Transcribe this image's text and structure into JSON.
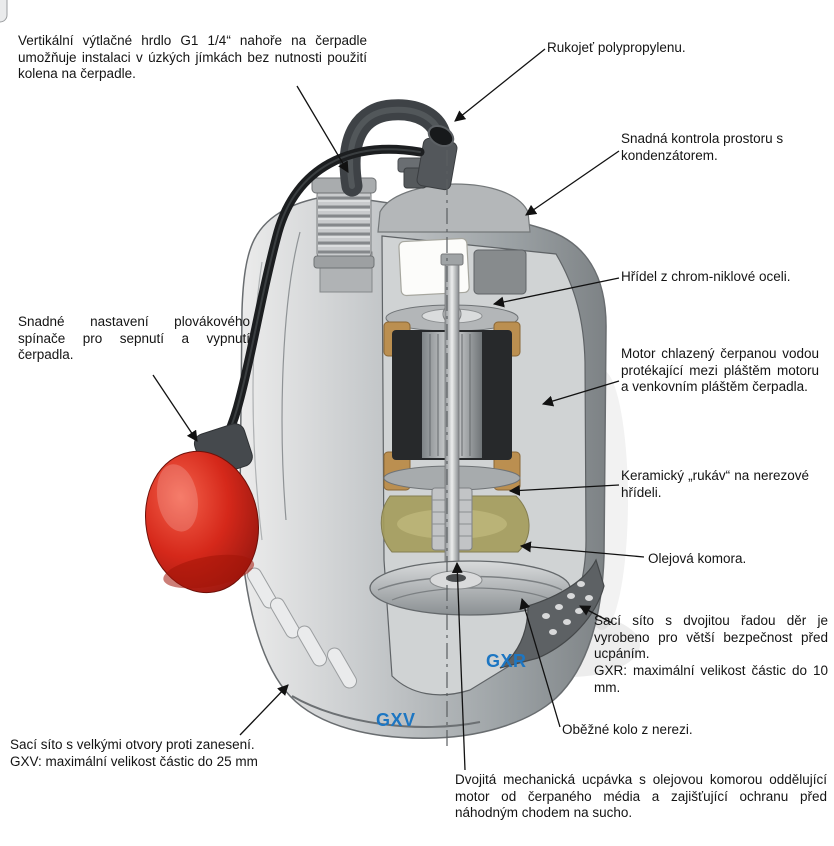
{
  "callouts": {
    "discharge": "Vertikální výtlačné hrdlo G1 1/4“ nahoře na čerpadle umožňuje instalaci v úzkých jímkách bez nutnosti použití kolena na čerpadle.",
    "handle": "Rukojeť polypropylenu.",
    "capacitor": "Snadná kontrola prostoru s kondenzátorem.",
    "shaft": "Hřídel z chrom-niklové oceli.",
    "motor": "Motor chlazený čerpanou vodou protékající mezi pláštěm motoru a venkovním pláštěm čerpadla.",
    "ceramic_sleeve": "Keramický „rukáv“ na nerezové hřídeli.",
    "oil_chamber": "Olejová komora.",
    "strainer_gxr": "Sací síto s dvojitou řadou děr je vyrobeno pro větší bezpečnost před ucpáním.\nGXR: maximální velikost částic do 10 mm.",
    "impeller": "Oběžné kolo z nerezi.",
    "float_switch": "Snadné nastavení plovákového spínače pro sepnutí a vypnutí čerpadla.",
    "strainer_gxv": "Sací síto s velkými otvory proti zanesení.\nGXV: maximální velikost částic do 25 mm",
    "mech_seal": "Dvojitá mechanická ucpávka s olejovou komorou oddělující motor od čerpaného média a zajišťující ochranu před náhodným chodem na sucho."
  },
  "model_labels": {
    "gxv": "GXV",
    "gxr": "GXR"
  },
  "colors": {
    "model_label_blue": "#1d76c2",
    "float_red": "#c62817",
    "text": "#141414"
  }
}
